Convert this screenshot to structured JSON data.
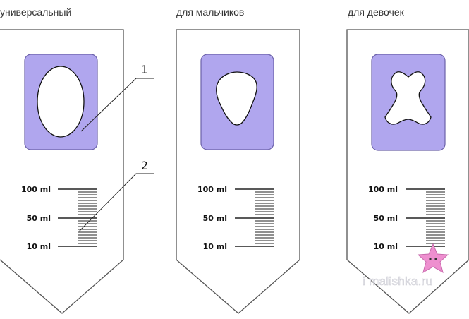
{
  "columns": [
    {
      "title": "универсальный",
      "shape": "oval"
    },
    {
      "title": "для мальчиков",
      "shape": "rounded-triangle"
    },
    {
      "title": "для девочек",
      "shape": "butterfly"
    }
  ],
  "scale": {
    "labels": [
      "100 ml",
      "50 ml",
      "10 ml"
    ]
  },
  "callouts": [
    "1",
    "2"
  ],
  "watermark": "i malishka.ru",
  "colors": {
    "bag_stroke": "#555555",
    "adhesive_fill": "#b0a6ee",
    "adhesive_stroke": "#6a60a8",
    "opening_fill": "#ffffff",
    "scale_stroke": "#222222",
    "logo_star": "#ee8fcf"
  }
}
